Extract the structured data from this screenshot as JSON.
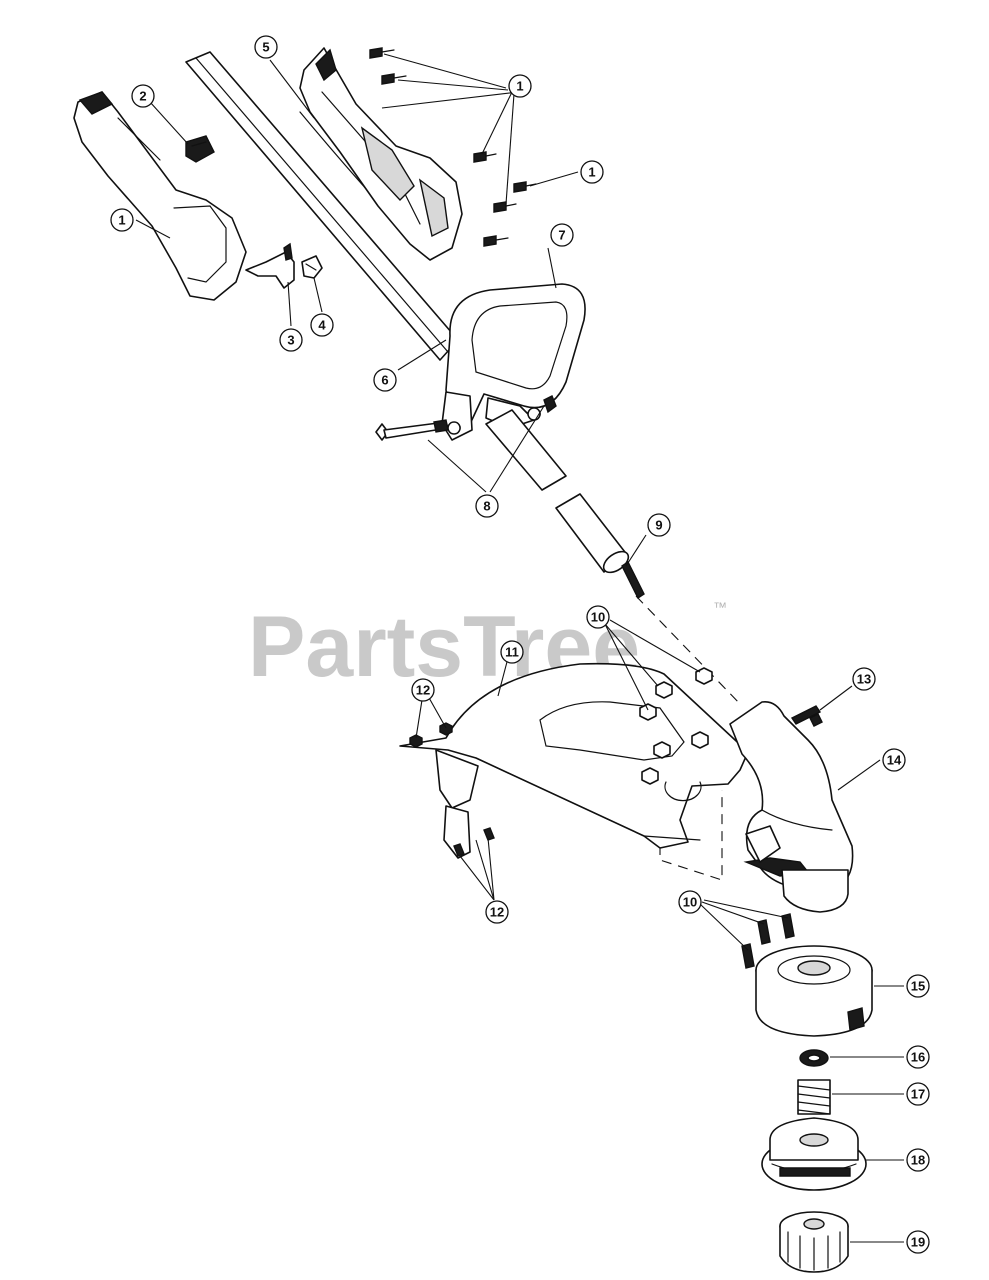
{
  "watermark": {
    "text": "PartsTree",
    "trademark": "™"
  },
  "callouts": {
    "c1a": "1",
    "c1b": "1",
    "c1c": "1",
    "c2": "2",
    "c3": "3",
    "c4": "4",
    "c5": "5",
    "c6": "6",
    "c7": "7",
    "c8": "8",
    "c9": "9",
    "c10a": "10",
    "c10b": "10",
    "c11": "11",
    "c12a": "12",
    "c12b": "12",
    "c13": "13",
    "c14": "14",
    "c15": "15",
    "c16": "16",
    "c17": "17",
    "c18": "18",
    "c19": "19"
  }
}
